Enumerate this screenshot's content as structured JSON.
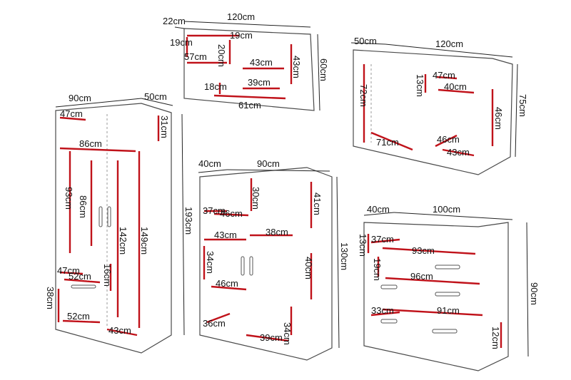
{
  "colors": {
    "dimension_red": "#c0121a",
    "outline": "#4a4a4a",
    "guide": "#9a9a9a",
    "background": "#ffffff"
  },
  "shelf": {
    "depth": "22cm",
    "width": "120cm",
    "height": "60cm",
    "inner_top": "19cm",
    "inner_left_h": "19cm",
    "inner_mid_v": "20cm",
    "inner_left_w": "57cm",
    "inner_right_w": "43cm",
    "inner_right_h": "43cm",
    "bottom_left_h": "18cm",
    "bottom_mid_w": "39cm",
    "bottom_total": "61cm"
  },
  "desk": {
    "depth": "50cm",
    "width": "120cm",
    "height": "75cm",
    "drawer_w": "47cm",
    "drawer_w2": "40cm",
    "drawer_h": "13cm",
    "leg_h": "72cm",
    "knee_w": "71cm",
    "cab_depth": "46cm",
    "cab_h": "46cm",
    "cab_w": "43cm"
  },
  "wardrobe": {
    "width": "90cm",
    "depth": "50cm",
    "height": "193cm",
    "top_w": "47cm",
    "top_h": "31cm",
    "inner_w": "86cm",
    "door_h1": "93cm",
    "door_h2": "86cm",
    "shelf_h1": "142cm",
    "shelf_h2": "149cm",
    "drawer_w": "47cm",
    "drawer_w2": "52cm",
    "drawer_h": "16cm",
    "base_h": "38cm",
    "base_w": "52cm",
    "base_d": "43cm"
  },
  "bookcase": {
    "depth": "40cm",
    "width": "90cm",
    "height": "130cm",
    "top_h": "30cm",
    "top_right_h": "41cm",
    "shelf_w1": "37cm",
    "shelf_w2": "46cm",
    "drawer_w": "43cm",
    "mid_w": "38cm",
    "door_h": "34cm",
    "right_h": "40cm",
    "door_w": "46cm",
    "bottom_left": "36cm",
    "bottom_mid": "39cm",
    "bottom_right": "34cm"
  },
  "dresser": {
    "depth": "40cm",
    "width": "100cm",
    "height": "90cm",
    "top_drawer_w": "37cm",
    "top_drawer_w2": "93cm",
    "top_drawer_h": "13cm",
    "mid_h": "19cm",
    "mid_w": "96cm",
    "low_w": "33cm",
    "low_w2": "91cm",
    "low_h": "12cm"
  }
}
